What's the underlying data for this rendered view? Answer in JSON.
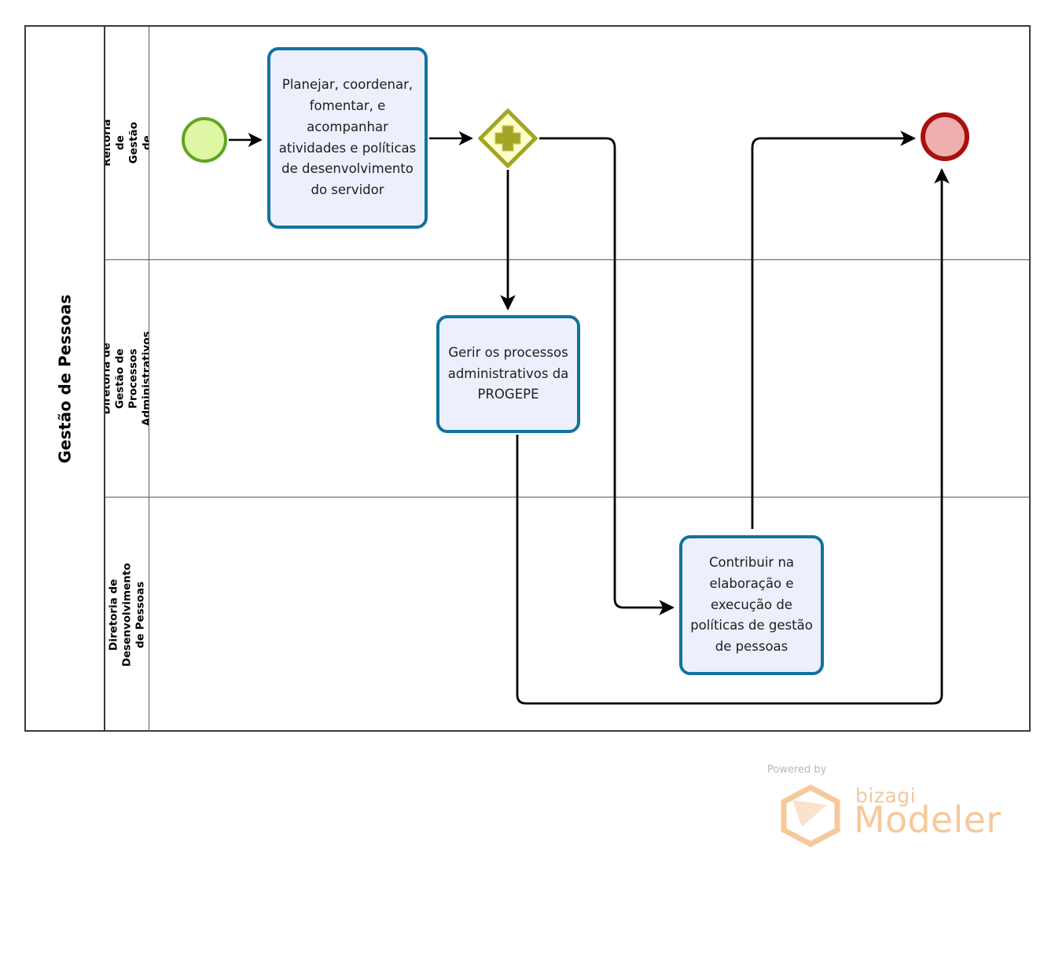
{
  "diagram": {
    "type": "bpmn-process-diagram",
    "pool": {
      "title": "Gestão de Pessoas",
      "lanes": [
        {
          "id": "lane-pro-reitoria",
          "title": "Pró-Reitoria de Gestão de\nPessoas"
        },
        {
          "id": "lane-processos-administrativos",
          "title": "Diretoria de Gestão de\nProcessos Administrativos"
        },
        {
          "id": "lane-desenvolvimento-pessoas",
          "title": "Diretoria de Desenvolvimento\nde Pessoas"
        }
      ]
    },
    "events": {
      "start": {
        "name": "start-event",
        "label": "",
        "fill": "#DFF7A4",
        "stroke": "#62A420"
      },
      "end": {
        "name": "end-event",
        "label": "",
        "fill": "#EFAFAF",
        "stroke": "#A91111"
      }
    },
    "gateway": {
      "name": "parallel-gateway",
      "symbol": "plus",
      "fill": "#FFFFCC",
      "stroke": "#A3A524"
    },
    "tasks": [
      {
        "id": "task-planejar",
        "label": "Planejar, coordenar, fomentar, e acompanhar atividades e políticas de desenvolvimento do servidor",
        "lane": "lane-pro-reitoria"
      },
      {
        "id": "task-gerir",
        "label": "Gerir os processos administrativos da PROGEPE",
        "lane": "lane-processos-administrativos"
      },
      {
        "id": "task-contribuir",
        "label": "Contribuir na elaboração e execução de políticas de gestão de pessoas",
        "lane": "lane-desenvolvimento-pessoas"
      }
    ],
    "sequence_flows": [
      {
        "from": "start-event",
        "to": "task-planejar"
      },
      {
        "from": "task-planejar",
        "to": "parallel-gateway"
      },
      {
        "from": "parallel-gateway",
        "to": "task-gerir"
      },
      {
        "from": "parallel-gateway",
        "to": "task-contribuir"
      },
      {
        "from": "task-contribuir",
        "to": "end-event"
      },
      {
        "from": "task-gerir",
        "to": "end-event"
      }
    ],
    "colors": {
      "task_fill": "#EDF0FC",
      "task_stroke": "#10739E",
      "pool_stroke": "#3B3B3B",
      "lane_stroke": "#5A5A5A",
      "connector": "#000000"
    }
  },
  "watermark": {
    "powered_by": "Powered by",
    "brand": "bizagi",
    "product": "Modeler",
    "color": "#F6C99B"
  }
}
